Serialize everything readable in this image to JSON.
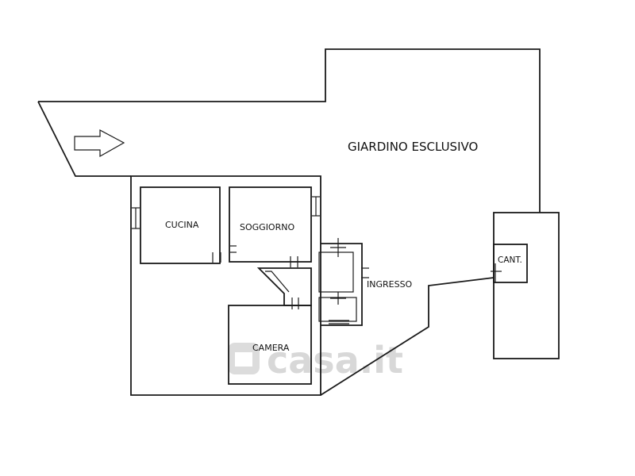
{
  "labels": {
    "garden": "GIARDINO ESCLUSIVO",
    "kitchen": "CUCINA",
    "living": "SOGGIORNO",
    "entrance": "INGRESSO",
    "bedroom": "CAMERA",
    "cellar": "CANT."
  },
  "watermark": "casa.it",
  "colors": {
    "line": "#1a1a1a",
    "watermark": "#d8d8d8"
  }
}
